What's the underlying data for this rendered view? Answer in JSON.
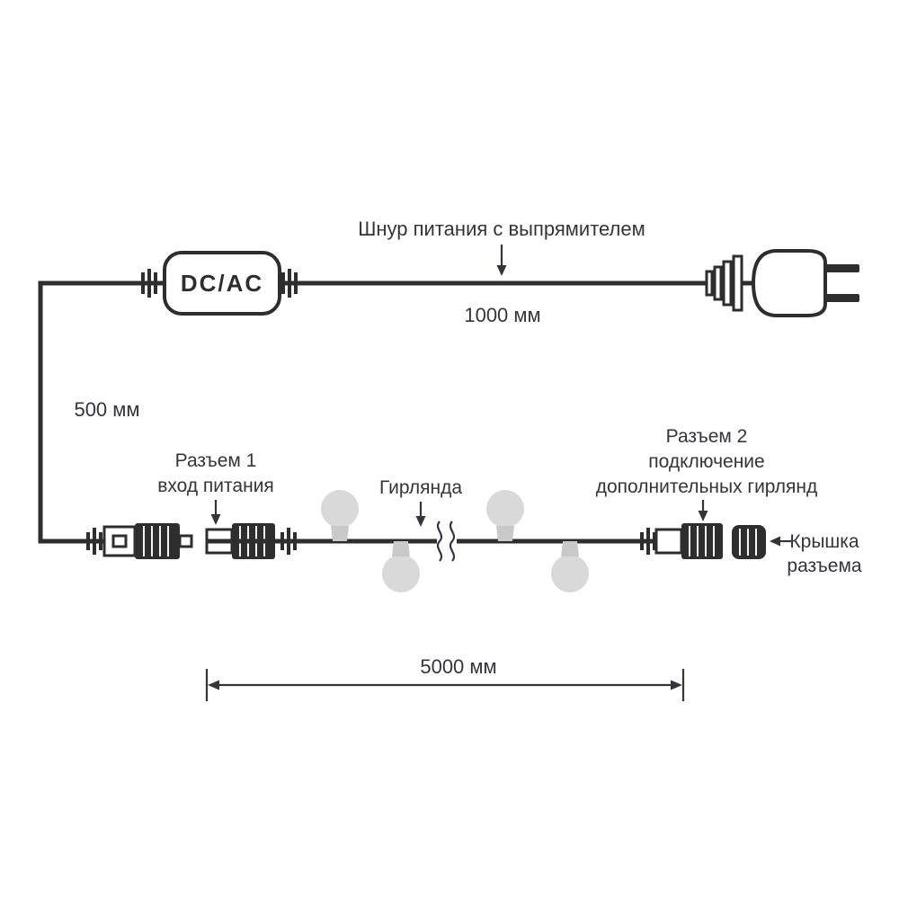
{
  "labels": {
    "power_cord": "Шнур питания с выпрямителем",
    "power_cord_length": "1000 мм",
    "converter": "DC/AC",
    "lead_length": "500 мм",
    "connector1_title": "Разъем 1",
    "connector1_subtitle": "вход питания",
    "garland": "Гирлянда",
    "connector2_title": "Разъем 2",
    "connector2_line2": "подключение",
    "connector2_line3": "дополнительных гирлянд",
    "cap_line1": "Крышка",
    "cap_line2": "разъема",
    "garland_length": "5000 мм"
  },
  "colors": {
    "background": "#ffffff",
    "line": "#2e2e2e",
    "text": "#34343f",
    "bulb": "#d9d9d9",
    "socket": "#c9c9c9",
    "connector_dark": "#2e2e2e"
  }
}
